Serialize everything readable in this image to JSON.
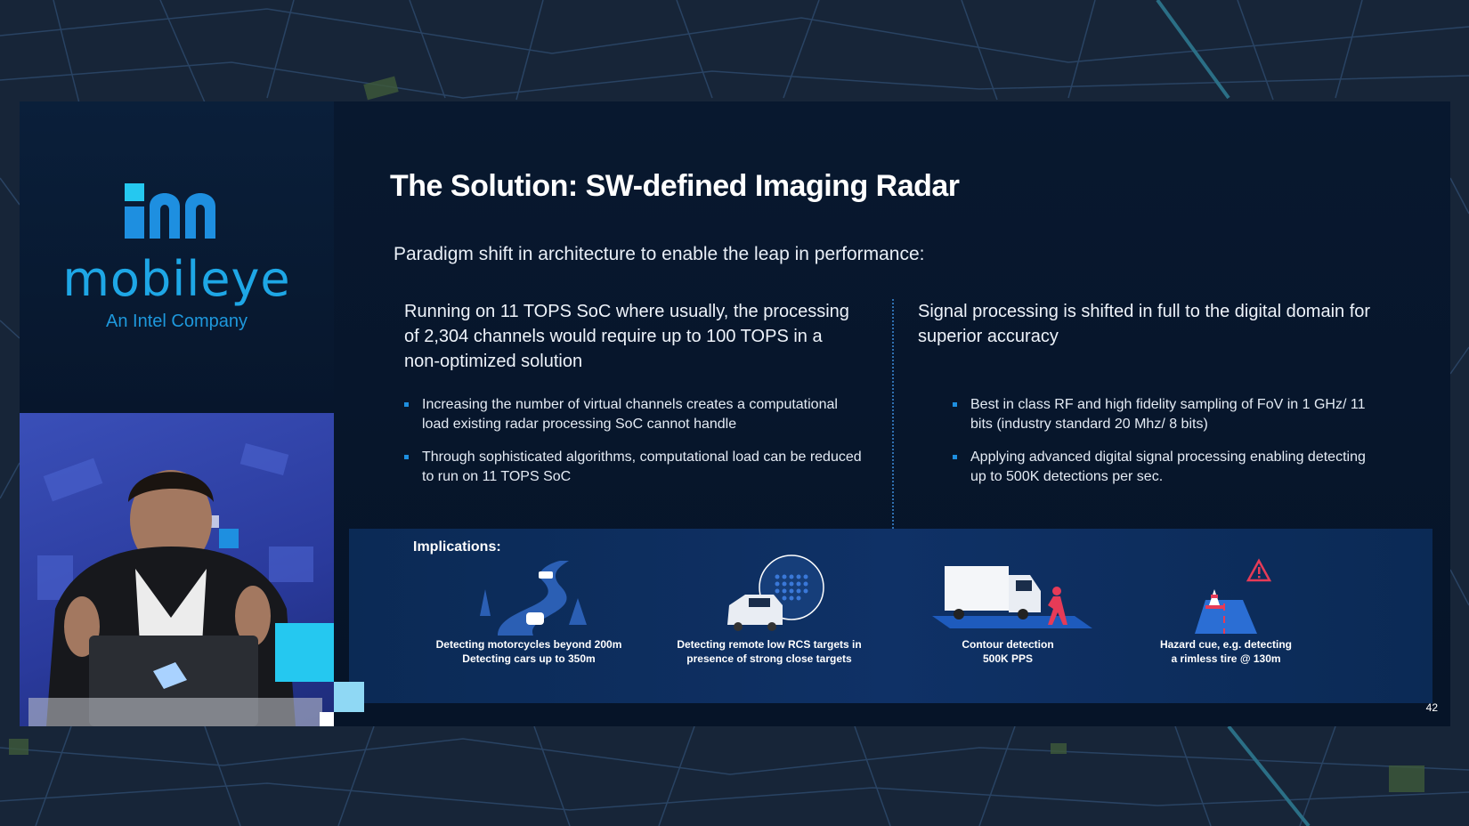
{
  "branding": {
    "company": "mobileye",
    "tagline": "An Intel Company",
    "colors": {
      "brand_blue": "#1ea7e6",
      "accent_cyan": "#25c8f0"
    }
  },
  "slide": {
    "title": "The Solution: SW-defined Imaging Radar",
    "subtitle": "Paradigm shift in architecture to enable the leap in performance:",
    "left_column": {
      "heading": "Running on 11 TOPS SoC where usually, the processing of 2,304 channels would require up to 100 TOPS in a non-optimized solution",
      "bullets": [
        "Increasing the number of virtual channels creates  a computational load existing radar processing SoC cannot handle",
        "Through sophisticated algorithms, computational load can be reduced to run on 11 TOPS SoC"
      ]
    },
    "right_column": {
      "heading": "Signal processing is shifted in full to the digital domain for superior accuracy",
      "bullets": [
        "Best in class RF and high fidelity sampling of FoV in 1 GHz/ 11 bits (industry standard 20 Mhz/ 8 bits)",
        "Applying advanced digital signal processing  enabling detecting up to 500K detections per sec."
      ]
    },
    "implications": {
      "title": "Implications:",
      "items": [
        {
          "icon": "road-vehicles-icon",
          "line1": "Detecting motorcycles beyond 200m",
          "line2": "Detecting cars up to 350m"
        },
        {
          "icon": "radar-car-icon",
          "line1": "Detecting remote low RCS targets in",
          "line2": "presence of strong close targets"
        },
        {
          "icon": "truck-pedestrian-icon",
          "line1": "Contour detection",
          "line2": "500K PPS"
        },
        {
          "icon": "hazard-cone-icon",
          "line1": "Hazard cue, e.g. detecting",
          "line2": "a rimless tire @ 130m"
        }
      ]
    },
    "page_number": "42"
  }
}
